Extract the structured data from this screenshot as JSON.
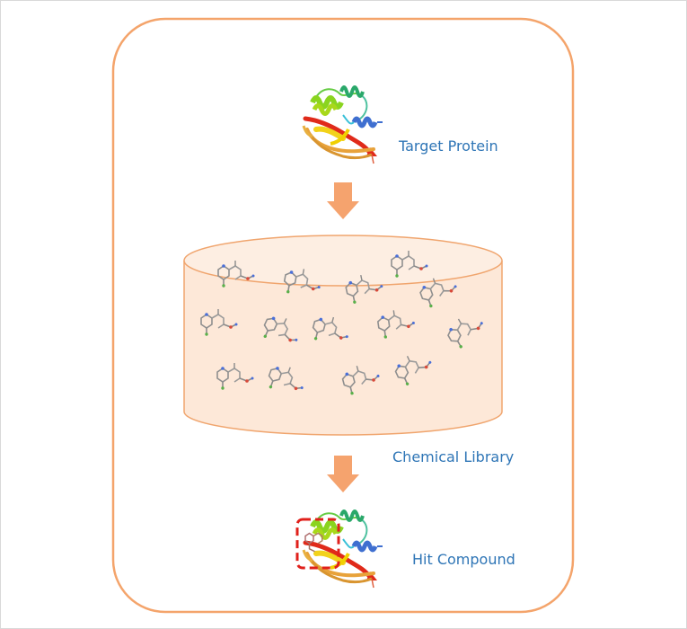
{
  "labels": {
    "target_protein": "Target Protein",
    "chemical_library": "Chemical Library",
    "hit_compound": "Hit Compound"
  },
  "colors": {
    "frame_border": "#f4a46b",
    "arrow": "#f5a36e",
    "cylinder_fill": "#fde8d8",
    "cylinder_stroke": "#f0a56e",
    "label_text": "#2e75b6",
    "binding_site_box": "#e0201b",
    "outer_border": "#d9d9d9"
  },
  "icons": {
    "protein": "protein-ribbon-icon",
    "molecule": "molecule-structure-icon",
    "arrow": "down-arrow-icon"
  }
}
